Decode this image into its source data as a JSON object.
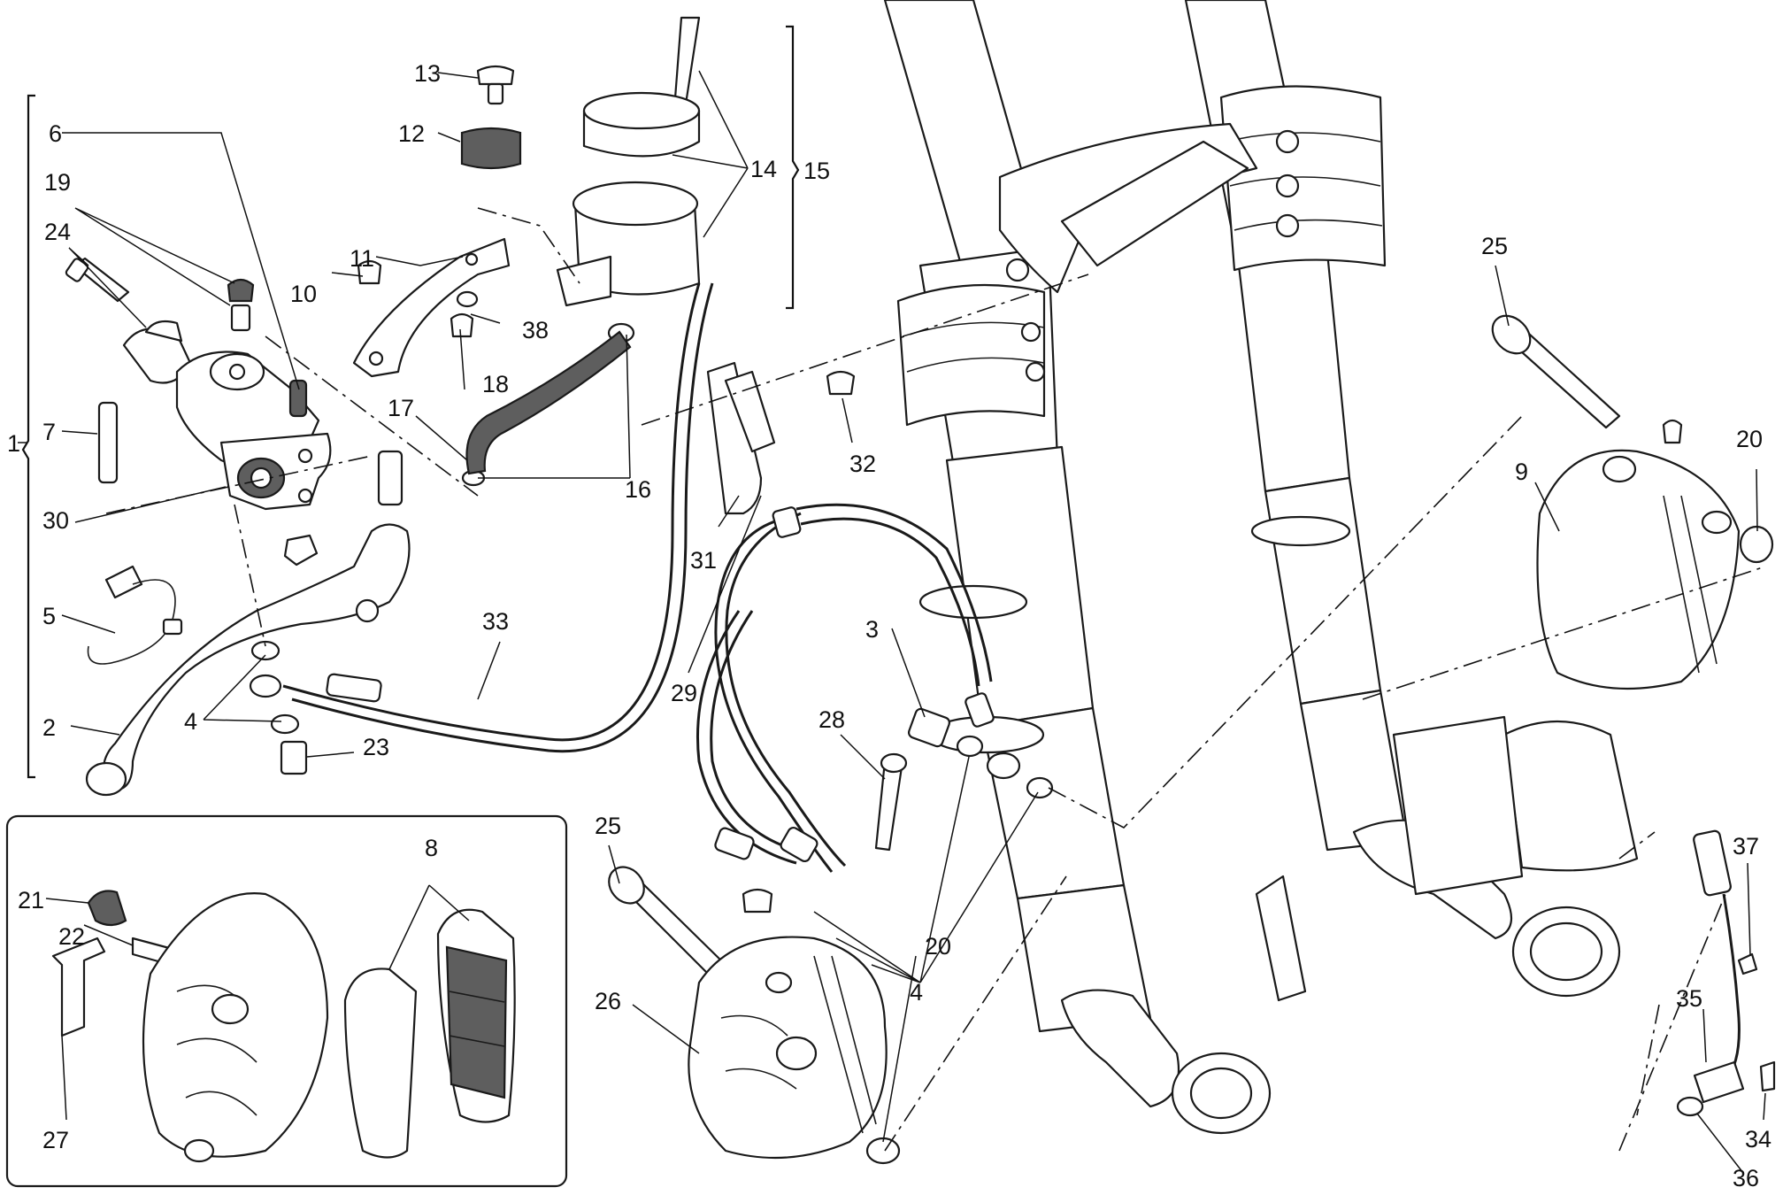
{
  "diagram": {
    "colors": {
      "line": "#1a1a1a",
      "fill": "#ffffff",
      "rubber": "#5e5e5e",
      "background": "#ffffff"
    },
    "callouts": [
      {
        "id": "c1",
        "text": "1"
      },
      {
        "id": "c2",
        "text": "2"
      },
      {
        "id": "c3",
        "text": "3"
      },
      {
        "id": "c4a",
        "text": "4"
      },
      {
        "id": "c4b",
        "text": "4"
      },
      {
        "id": "c5",
        "text": "5"
      },
      {
        "id": "c6",
        "text": "6"
      },
      {
        "id": "c7",
        "text": "7"
      },
      {
        "id": "c8",
        "text": "8"
      },
      {
        "id": "c9",
        "text": "9"
      },
      {
        "id": "c10",
        "text": "10"
      },
      {
        "id": "c11",
        "text": "11"
      },
      {
        "id": "c12",
        "text": "12"
      },
      {
        "id": "c13",
        "text": "13"
      },
      {
        "id": "c14",
        "text": "14"
      },
      {
        "id": "c15",
        "text": "15"
      },
      {
        "id": "c16",
        "text": "16"
      },
      {
        "id": "c17",
        "text": "17"
      },
      {
        "id": "c18",
        "text": "18"
      },
      {
        "id": "c19",
        "text": "19"
      },
      {
        "id": "c20a",
        "text": "20"
      },
      {
        "id": "c20b",
        "text": "20"
      },
      {
        "id": "c21",
        "text": "21"
      },
      {
        "id": "c22",
        "text": "22"
      },
      {
        "id": "c23",
        "text": "23"
      },
      {
        "id": "c24",
        "text": "24"
      },
      {
        "id": "c25a",
        "text": "25"
      },
      {
        "id": "c25b",
        "text": "25"
      },
      {
        "id": "c26",
        "text": "26"
      },
      {
        "id": "c27",
        "text": "27"
      },
      {
        "id": "c28",
        "text": "28"
      },
      {
        "id": "c29",
        "text": "29"
      },
      {
        "id": "c30",
        "text": "30"
      },
      {
        "id": "c31",
        "text": "31"
      },
      {
        "id": "c32",
        "text": "32"
      },
      {
        "id": "c33",
        "text": "33"
      },
      {
        "id": "c34",
        "text": "34"
      },
      {
        "id": "c35",
        "text": "35"
      },
      {
        "id": "c36",
        "text": "36"
      },
      {
        "id": "c37",
        "text": "37"
      },
      {
        "id": "c38",
        "text": "38"
      }
    ]
  }
}
